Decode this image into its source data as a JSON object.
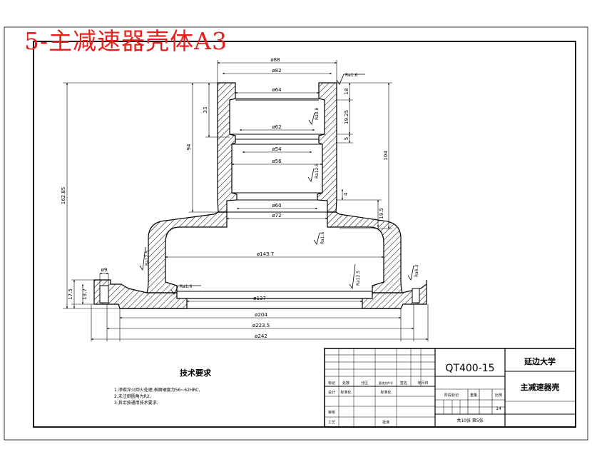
{
  "sheet_title": "5-主减速器壳体A3",
  "dimensions": {
    "d88": "ø88",
    "d82": "ø82",
    "d64": "ø64",
    "d62": "ø62",
    "d54": "ø54",
    "d56": "ø56",
    "d60": "ø60",
    "d72": "ø72",
    "d143_7": "ø143.7",
    "d137": "ø137",
    "d204": "ø204",
    "d223_5": "ø223.5",
    "d242": "ø242",
    "d9": "ø9",
    "h33": "33",
    "h94": "94",
    "h162_85": "162.85",
    "h17_5": "17.5",
    "h13_7": "13.7",
    "h18": "18",
    "h19_25": "19.25",
    "h5": "5",
    "h104": "104",
    "h4": "4",
    "h19_5": "19.5"
  },
  "roughness": {
    "ra1_6_top": "Ra1.6",
    "ra0_8": "Ra0.8",
    "ra12_5_inner": "Ra12.5",
    "ra1_6_mid": "Ra1.6",
    "ra12_5_left": "Ra12.5",
    "ra12_5_right": "Ra12.5",
    "ra6_3": "Ra6.3",
    "ra1_6_bottom": "Ra1.6"
  },
  "tech_notes": {
    "title": "技术要求",
    "lines": [
      "1.渗碳淬火回火处理,表面硬度为56~62HRC,",
      "2.未注倒圆角为R2,",
      "3.其余按通用技术要求."
    ]
  },
  "title_block": {
    "drawing_no": "QT400-15",
    "school": "延边大学",
    "part_name": "主减速器壳",
    "scale": "14",
    "sheets": "共10张  第5张",
    "mark_label": "标记",
    "count_label": "处数",
    "zone_label": "分区",
    "change_doc_label": "更改文件号",
    "sign_label": "签名",
    "date_label": "年月日",
    "design_label": "设计",
    "design_person": "标准化",
    "std_label": "标准化",
    "stage_label": "阶段标记",
    "weight_label": "重量",
    "scale_label": "比例",
    "review_label": "审核",
    "process_label": "工艺",
    "approve_label": "批准"
  }
}
